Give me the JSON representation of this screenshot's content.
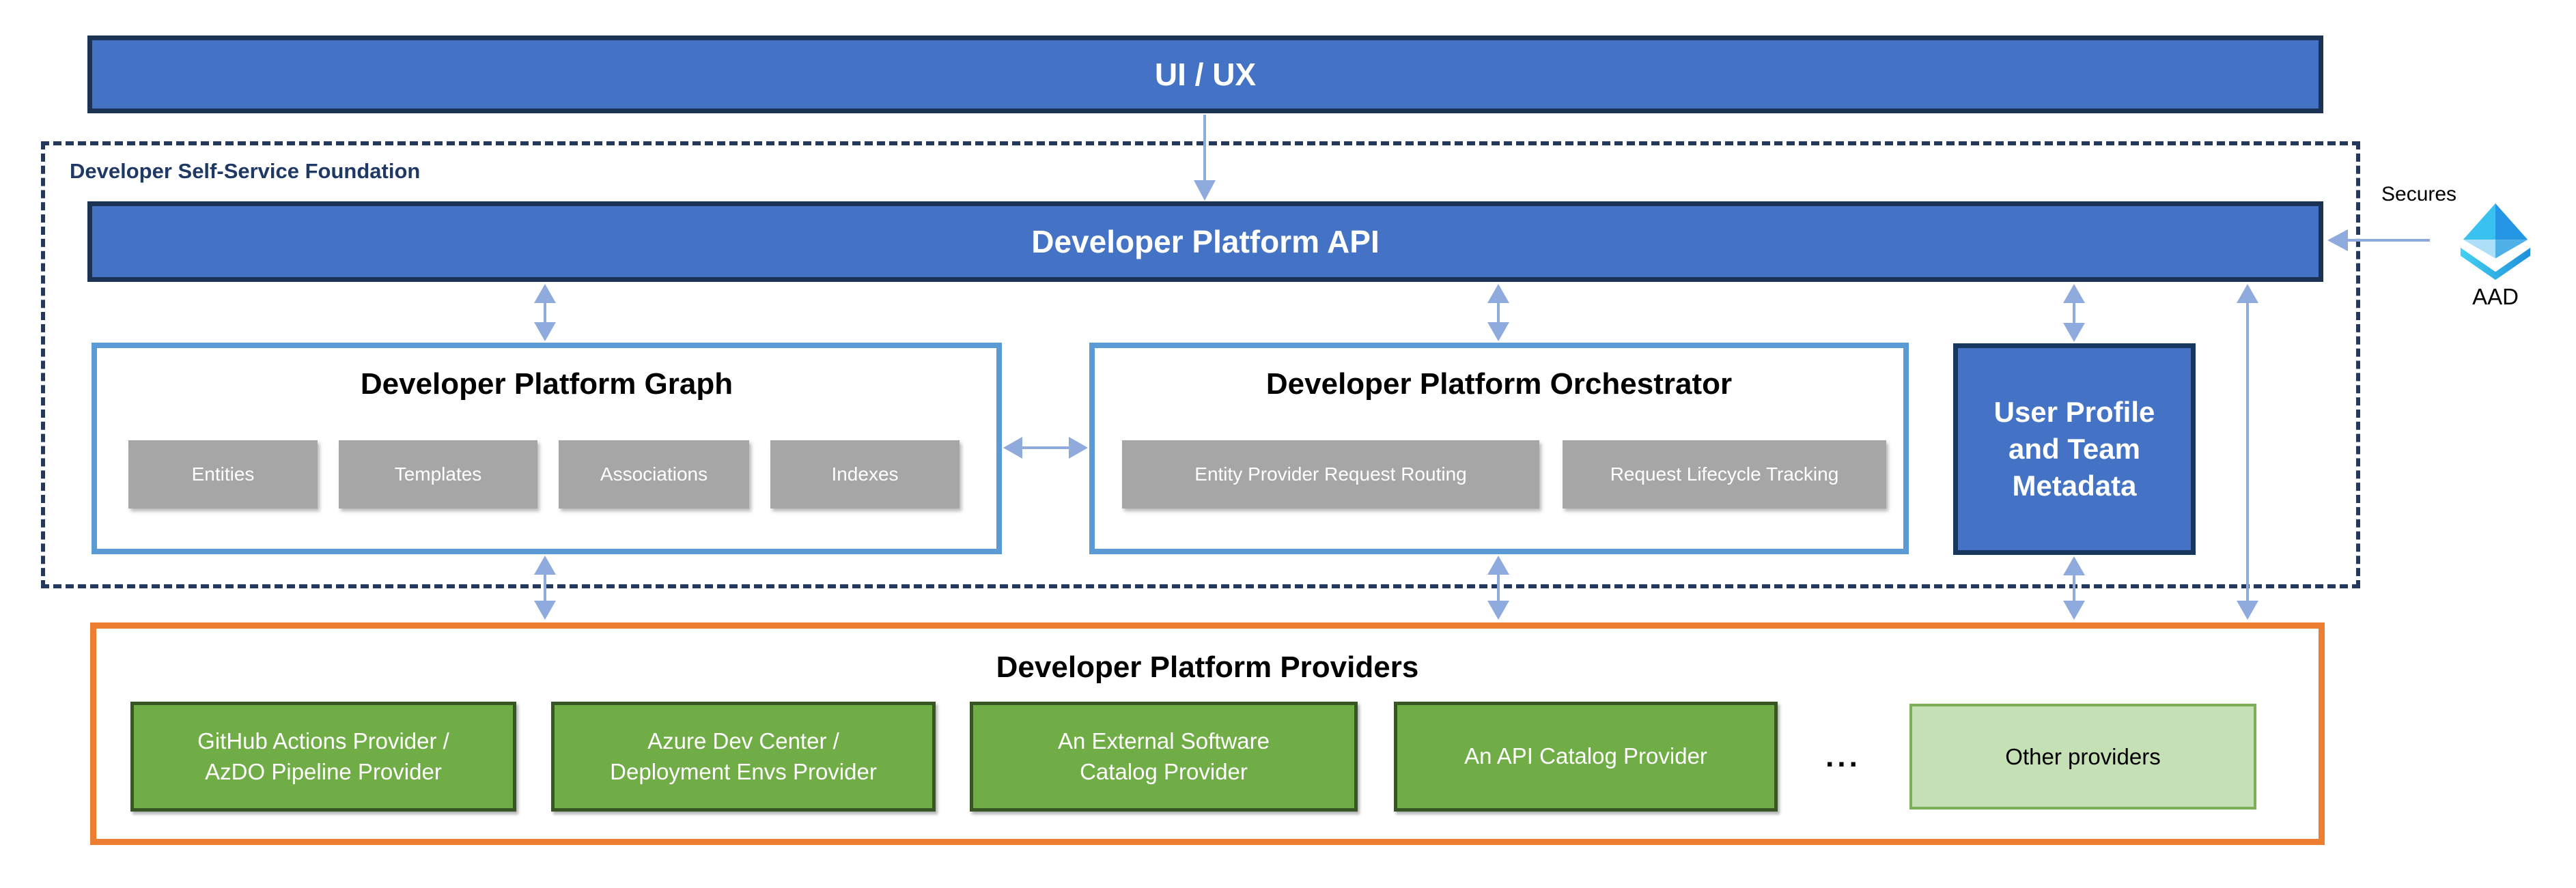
{
  "title_bar": {
    "label": "UI / UX"
  },
  "foundation": {
    "label": "Developer Self-Service Foundation"
  },
  "api_bar": {
    "label": "Developer Platform API"
  },
  "graph": {
    "title": "Developer Platform Graph",
    "items": [
      "Entities",
      "Templates",
      "Associations",
      "Indexes"
    ]
  },
  "orchestrator": {
    "title": "Developer Platform Orchestrator",
    "items": [
      "Entity Provider Request Routing",
      "Request Lifecycle Tracking"
    ]
  },
  "user_profile": {
    "label": "User Profile\nand Team\nMetadata"
  },
  "providers": {
    "title": "Developer Platform Providers",
    "items": [
      "GitHub Actions Provider /\nAzDO Pipeline Provider",
      "Azure Dev Center /\nDeployment Envs Provider",
      "An External Software\nCatalog Provider",
      "An API Catalog Provider"
    ],
    "ellipsis": "...",
    "other_label": "Other providers"
  },
  "aad": {
    "caption": "Secures",
    "label": "AAD"
  },
  "colors": {
    "primary_blue": "#4472C4",
    "navy_border": "#1C3254",
    "dashed_navy": "#24385B",
    "panel_border_blue": "#5B9BD5",
    "gray": "#A6A6A6",
    "green": "#70AD47",
    "dark_green_border": "#375623",
    "light_green": "#C5E0B4",
    "orange": "#ED7D31",
    "arrow_blue": "#8FAADC"
  }
}
